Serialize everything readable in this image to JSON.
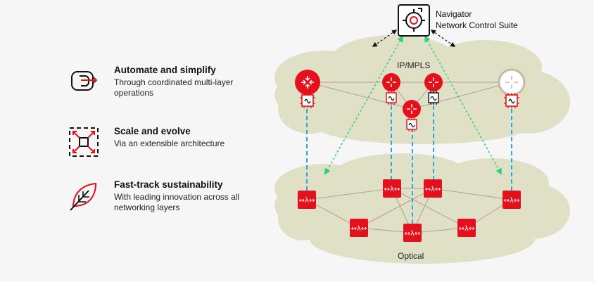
{
  "features": [
    {
      "title": "Automate and simplify",
      "description": "Through coordinated multi-layer operations",
      "icon": "automate-loop-icon"
    },
    {
      "title": "Scale and evolve",
      "description": "Via an extensible architecture",
      "icon": "scale-expand-icon"
    },
    {
      "title": "Fast-track sustainability",
      "description": "With leading innovation across all networking layers",
      "icon": "leaf-icon"
    }
  ],
  "navigator": {
    "line1": "Navigator",
    "line2": "Network Control Suite",
    "icon": "navigator-target-icon"
  },
  "layers": {
    "ip": "IP/MPLS",
    "optical": "Optical"
  },
  "colors": {
    "accent": "#e4101b",
    "cloud": "#dfe0c6",
    "router_inactive": "#c8b9a4",
    "vertical_link": "#2aa7e0",
    "control_link": "#2fcf7a"
  },
  "icons": {
    "router": "router-icon",
    "chip": "chip-icon",
    "roadm": "roadm-lambda-icon"
  }
}
